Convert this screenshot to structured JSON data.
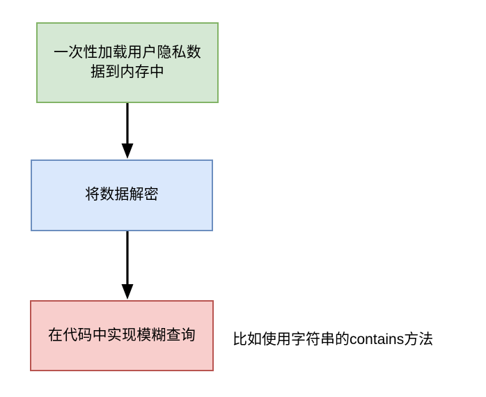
{
  "diagram": {
    "type": "flowchart",
    "orientation": "top-to-bottom",
    "background_color": "#ffffff",
    "nodes": [
      {
        "id": "load-data",
        "label": "一次性加载用户隐私数\n据到内存中",
        "shape": "rectangle",
        "fill_color": "#d5e8d4",
        "border_color": "#82b366",
        "text_color": "#000000"
      },
      {
        "id": "decrypt-data",
        "label": "将数据解密",
        "shape": "rectangle",
        "fill_color": "#dae8fc",
        "border_color": "#6c8ebf",
        "text_color": "#000000"
      },
      {
        "id": "fuzzy-query",
        "label": "在代码中实现模糊查询",
        "shape": "rectangle",
        "fill_color": "#f8cecc",
        "border_color": "#b85450",
        "text_color": "#000000"
      }
    ],
    "edges": [
      {
        "id": "edge-load-to-decrypt",
        "from": "load-data",
        "to": "decrypt-data",
        "label": "",
        "style": "solid",
        "arrowhead": "filled-triangle",
        "color": "#000000"
      },
      {
        "id": "edge-decrypt-to-query",
        "from": "decrypt-data",
        "to": "fuzzy-query",
        "label": "",
        "style": "solid",
        "arrowhead": "filled-triangle",
        "color": "#000000"
      }
    ],
    "annotations": [
      {
        "id": "contains-note",
        "text": "比如使用字符串的contains方法",
        "text_color": "#000000"
      }
    ]
  }
}
